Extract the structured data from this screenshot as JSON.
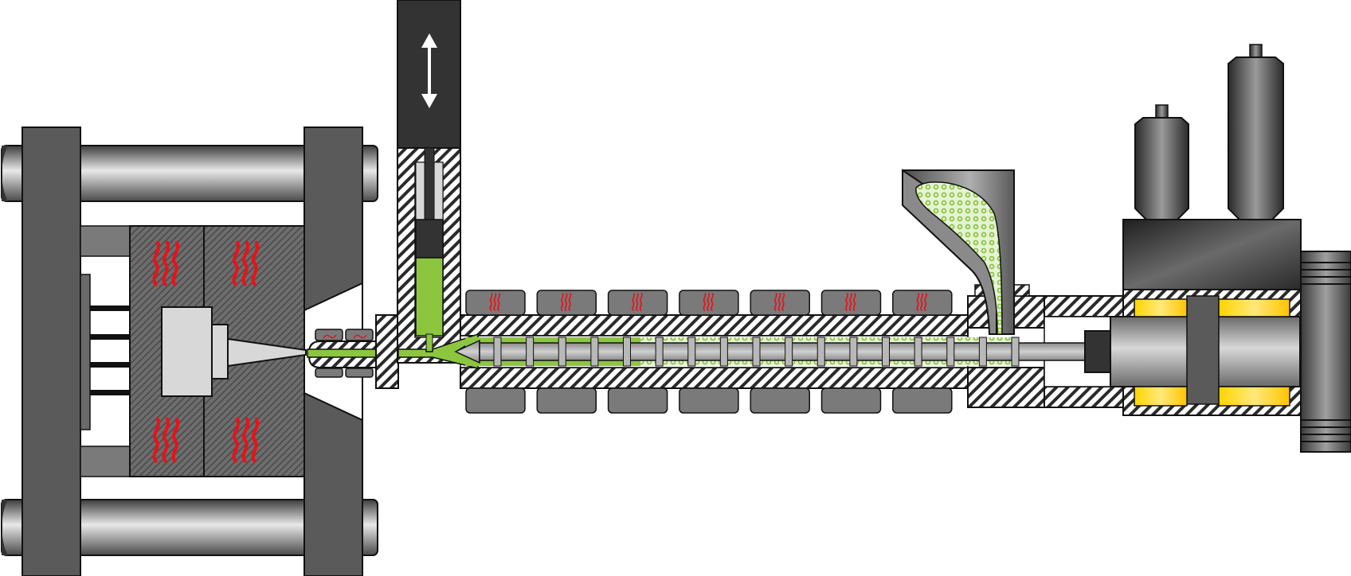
{
  "diagram": {
    "colors": {
      "frame": "#5a5a5a",
      "barrel_hatch": "#2a2a2a",
      "melt": "#8cc63f",
      "pellets": "#d4ecb4",
      "heat": "#e8121a",
      "heater_band": "#7a7a7a",
      "hydraulic_yellow": "#ffd400",
      "dark_block": "#333333"
    },
    "parts": {
      "clamp_unit": {
        "icon": "clamp-unit-icon",
        "tie_bars": 2,
        "platens": 2,
        "ejector_pins": 4
      },
      "mold": {
        "icon": "mold-icon",
        "heating_indicators": 4
      },
      "nozzle": {
        "icon": "nozzle-icon",
        "heater_bands": 2
      },
      "injection_plunger": {
        "icon": "plunger-icon",
        "motion": "up-down"
      },
      "barrel": {
        "icon": "barrel-icon",
        "top_heater_bands": 7,
        "bottom_heater_bands": 7
      },
      "screw": {
        "icon": "screw-icon",
        "flights": 17
      },
      "hopper": {
        "icon": "hopper-icon",
        "contents": "pellets"
      },
      "drive_unit": {
        "icon": "drive-unit-icon",
        "hydraulic_chambers": 4,
        "motors": 2
      }
    }
  }
}
